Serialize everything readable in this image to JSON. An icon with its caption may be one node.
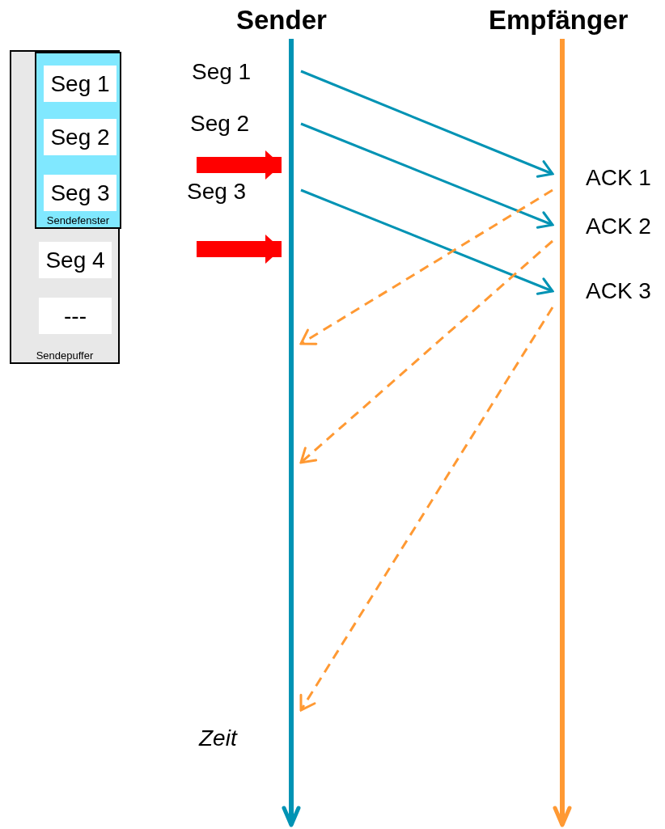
{
  "diagram": {
    "nodes": [
      {
        "text": [
          "Sendepuffer"
        ]
      },
      {
        "text": [
          "Sendefenster"
        ],
        "in": 0
      },
      {
        "text": [
          "Seg 1"
        ],
        "in": 1
      },
      {
        "text": [
          "Seg 2"
        ],
        "in": 1
      },
      {
        "text": [
          "Seg 3"
        ],
        "in": 1
      },
      {
        "text": [
          "Seg 4"
        ],
        "in": 0
      },
      {
        "text": [
          "---"
        ],
        "in": 0
      },
      {
        "text": [],
        "shape": "bar",
        "beside": [
          "Sender"
        ]
      },
      {
        "text": [],
        "shape": "bar",
        "beside": [
          "Empfänger"
        ]
      }
    ],
    "edges": [
      {
        "from": 7,
        "to": 8,
        "arrow": "to",
        "label": "Seg 1",
        "color": "#0093b4"
      },
      {
        "from": 7,
        "to": 8,
        "arrow": "to",
        "label": "Seg 2",
        "color": "#0093b4"
      },
      {
        "from": 7,
        "to": 8,
        "arrow": "to",
        "label": "Seg 3",
        "color": "#0093b4"
      },
      {
        "from": null,
        "to": 7,
        "arrow": "to",
        "style": "thick",
        "color": "#ff0000"
      },
      {
        "from": null,
        "to": 7,
        "arrow": "to",
        "style": "thick",
        "color": "#ff0000"
      },
      {
        "from": 8,
        "to": 7,
        "arrow": "to",
        "label": "ACK 1",
        "style": "dashed",
        "color": "#ff9933"
      },
      {
        "from": 8,
        "to": 7,
        "arrow": "to",
        "label": "ACK 2",
        "style": "dashed",
        "color": "#ff9933"
      },
      {
        "from": 8,
        "to": 7,
        "arrow": "to",
        "label": "ACK 3",
        "style": "dashed",
        "color": "#ff9933"
      }
    ],
    "labels": [
      "Zeit"
    ]
  }
}
